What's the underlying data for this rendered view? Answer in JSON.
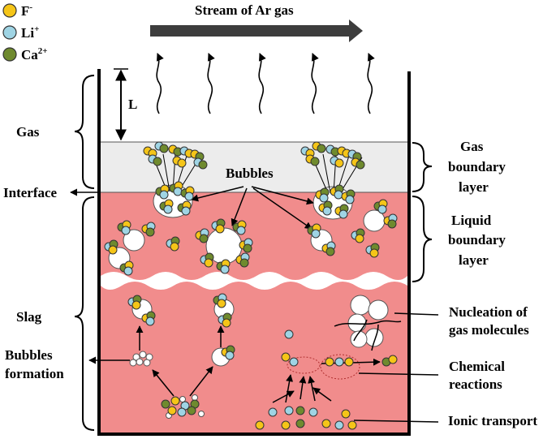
{
  "colors": {
    "fluoride_ion": "#f5c518",
    "lithium_ion": "#9fd4e4",
    "calcium_ion": "#6f8a2e",
    "slag": "#f18c8c",
    "gas_boundary": "#ececec",
    "arrow": "#3d3d3d"
  },
  "legend": {
    "fluoride": {
      "base": "F",
      "sup": "-"
    },
    "lithium": {
      "base": "Li",
      "sup": "+"
    },
    "calcium": {
      "base": "Ca",
      "sup": "2+"
    }
  },
  "labels": {
    "stream": "Stream of Ar gas",
    "length": "L",
    "gas": "Gas",
    "interface": "Interface",
    "slag": "Slag",
    "bubbles": "Bubbles",
    "bubbles_formation_1": "Bubbles",
    "bubbles_formation_2": "formation",
    "gas_boundary_1": "Gas",
    "gas_boundary_2": "boundary",
    "gas_boundary_3": "layer",
    "liquid_boundary_1": "Liquid",
    "liquid_boundary_2": "boundary",
    "liquid_boundary_3": "layer",
    "nucleation_1": "Nucleation of",
    "nucleation_2": "gas molecules",
    "chemical_1": "Chemical",
    "chemical_2": "reactions",
    "ionic": "Ionic transport"
  }
}
